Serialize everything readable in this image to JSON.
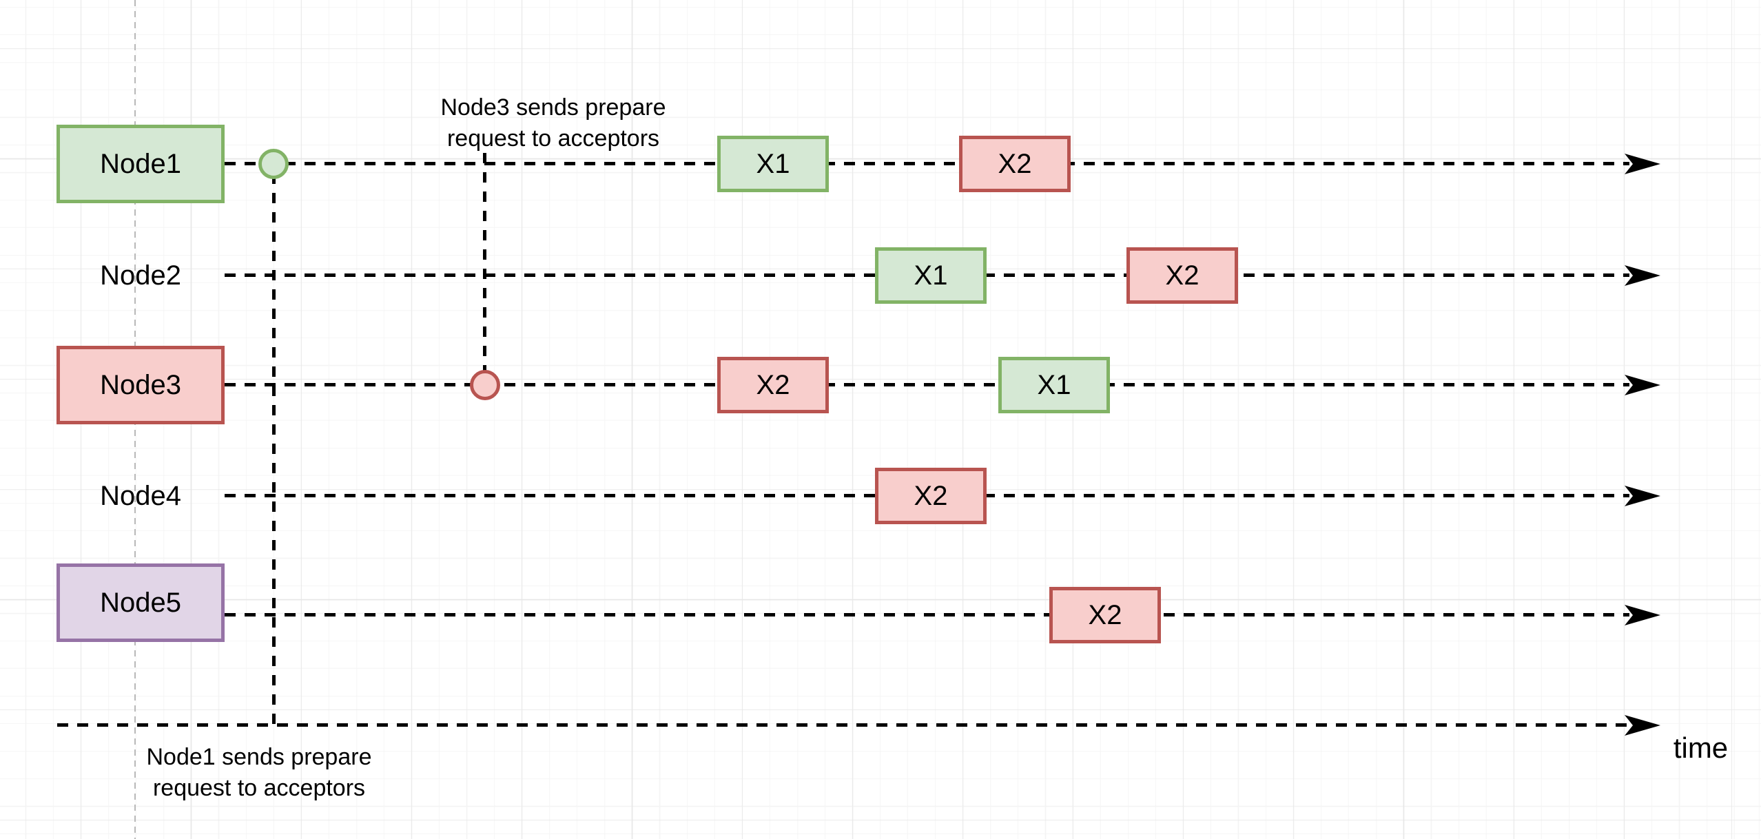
{
  "diagram": {
    "type": "paxos-timeline",
    "nodes": [
      {
        "label": "Node1",
        "box": "green"
      },
      {
        "label": "Node2",
        "box": "none"
      },
      {
        "label": "Node3",
        "box": "red"
      },
      {
        "label": "Node4",
        "box": "none"
      },
      {
        "label": "Node5",
        "box": "purple"
      }
    ],
    "events": [
      {
        "node": "Node1",
        "label": "X1",
        "color": "green"
      },
      {
        "node": "Node1",
        "label": "X2",
        "color": "red"
      },
      {
        "node": "Node2",
        "label": "X1",
        "color": "green"
      },
      {
        "node": "Node2",
        "label": "X2",
        "color": "red"
      },
      {
        "node": "Node3",
        "label": "X2",
        "color": "red"
      },
      {
        "node": "Node3",
        "label": "X1",
        "color": "green"
      },
      {
        "node": "Node4",
        "label": "X2",
        "color": "red"
      },
      {
        "node": "Node5",
        "label": "X2",
        "color": "red"
      }
    ],
    "annotations": [
      {
        "lines": [
          "Node3 sends prepare",
          "request to acceptors"
        ],
        "attached_to": "Node3"
      },
      {
        "lines": [
          "Node1 sends prepare",
          "request to acceptors"
        ],
        "attached_to": "Node1"
      }
    ],
    "axis": {
      "label": "time"
    }
  },
  "colors": {
    "green-fill": "#d5e8d4",
    "green-stroke": "#82b366",
    "red-fill": "#f8cecc",
    "red-stroke": "#b85450",
    "purple-fill": "#e1d5e7",
    "purple-stroke": "#9673a6",
    "line-color": "#000000",
    "guide-color": "#b9b9b9",
    "grid-minor": "#f4f4f4",
    "grid-major": "#e7e7e7"
  }
}
